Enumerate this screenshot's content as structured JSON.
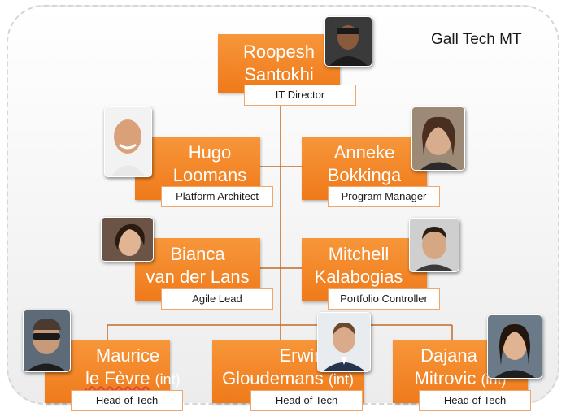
{
  "org_title": "Gall Tech MT",
  "people": [
    {
      "id": "roopesh",
      "name_line1": "Roopesh",
      "name_line2": "Santokhi",
      "suffix": "",
      "role": "IT Director"
    },
    {
      "id": "hugo",
      "name_line1": "Hugo",
      "name_line2": "Loomans",
      "suffix": "",
      "role": "Platform Architect"
    },
    {
      "id": "anneke",
      "name_line1": "Anneke",
      "name_line2": "Bokkinga",
      "suffix": "",
      "role": "Program Manager"
    },
    {
      "id": "bianca",
      "name_line1": "Bianca",
      "name_line2": "van der Lans",
      "suffix": "",
      "role": "Agile Lead"
    },
    {
      "id": "mitchell",
      "name_line1": "Mitchell",
      "name_line2": "Kalabogias",
      "suffix": "",
      "role": "Portfolio Controller"
    },
    {
      "id": "maurice",
      "name_line1": "Maurice",
      "name_line2": "le Fèvre",
      "suffix": "(int)",
      "role": "Head of Tech"
    },
    {
      "id": "erwin",
      "name_line1": "Erwin",
      "name_line2": "Gloudemans",
      "suffix": "(int)",
      "role": "Head of Tech"
    },
    {
      "id": "dajana",
      "name_line1": "Dajana",
      "name_line2": "Mitrovic",
      "suffix": "(int)",
      "role": "Head of Tech"
    }
  ],
  "colors": {
    "box": "#f07f1f",
    "connector": "#c06a2a",
    "role_border": "#f0a56a"
  }
}
